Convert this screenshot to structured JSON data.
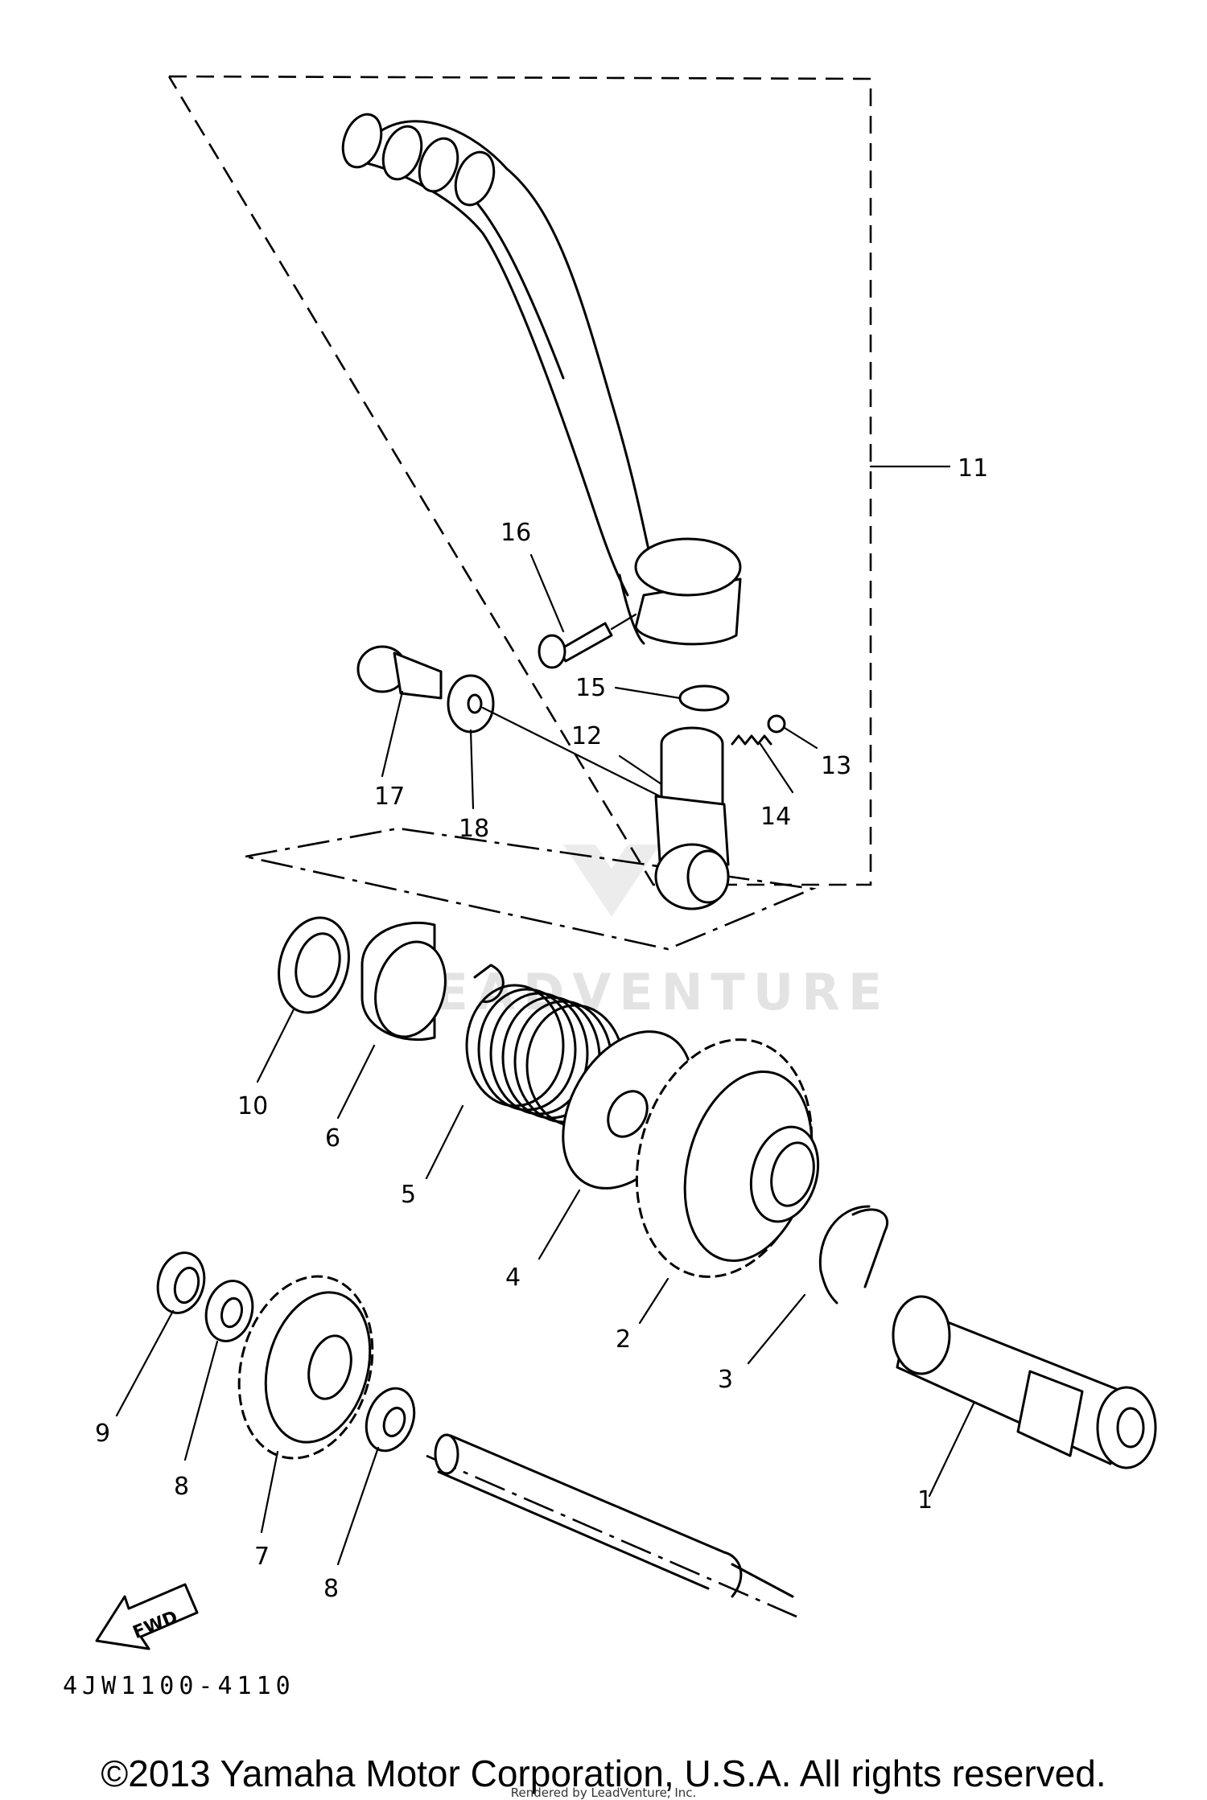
{
  "diagram": {
    "code": "4JW1100-4110",
    "watermark": "LEADVENTURE",
    "fwd_label": "FWD",
    "callouts": {
      "c1": "1",
      "c2": "2",
      "c3": "3",
      "c4": "4",
      "c5": "5",
      "c6": "6",
      "c7": "7",
      "c8a": "8",
      "c8b": "8",
      "c9": "9",
      "c10": "10",
      "c11": "11",
      "c12": "12",
      "c13": "13",
      "c14": "14",
      "c15": "15",
      "c16": "16",
      "c17": "17",
      "c18": "18"
    }
  },
  "footer": {
    "copyright": "©2013 Yamaha Motor Corporation, U.S.A. All rights reserved.",
    "rendered": "Rendered by LeadVenture, Inc."
  }
}
